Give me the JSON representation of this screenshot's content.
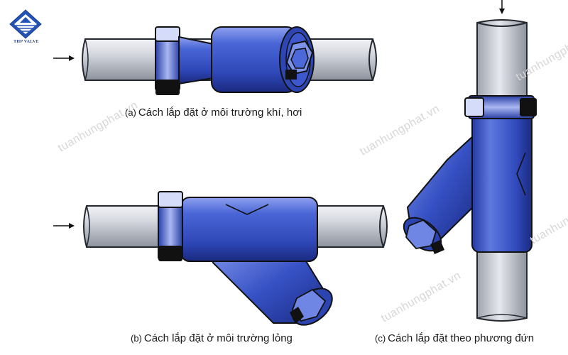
{
  "logo": {
    "text": "THP VALVE",
    "color": "#1f3f8a"
  },
  "watermark": {
    "text": "tuanhungphat.vn",
    "color": "#d7d7d7"
  },
  "captions": {
    "a": {
      "tag": "(a)",
      "text": "Cách lắp đặt ở môi trường khí, hơi"
    },
    "b": {
      "tag": "(b)",
      "text": "Cách lắp đặt ở môi trường lỏng"
    },
    "c": {
      "tag": "(c)",
      "text": "Cách lắp đặt theo phương đứn"
    }
  },
  "colors": {
    "pipe": "#c9cdd6",
    "pipe_edge": "#23272e",
    "body_blue": "#3a55c4",
    "body_dark": "#1c2c86",
    "body_light": "#9fb0f2",
    "plug_black": "#111111"
  }
}
